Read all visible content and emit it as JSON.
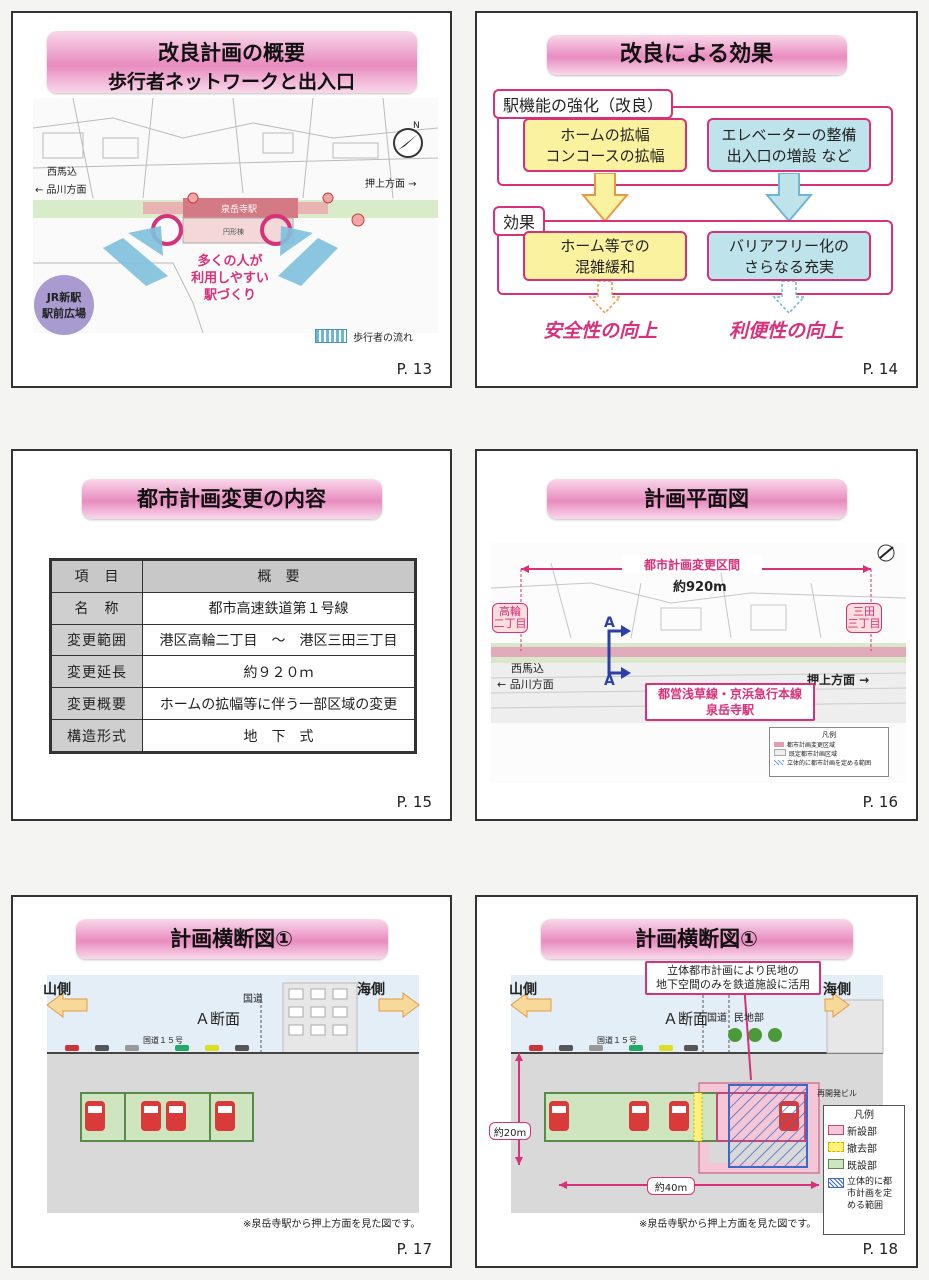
{
  "slides": {
    "p13": {
      "title1": "改良計画の概要",
      "title2": "歩行者ネットワークと出入口",
      "label_nishi1": "西馬込",
      "label_nishi2": "← 品川方面",
      "label_oshi": "押上方面 →",
      "station": "泉岳寺駅",
      "callout1": "多くの人が",
      "callout2": "利用しやすい",
      "callout3": "駅づくり",
      "jr1": "JR新駅",
      "jr2": "駅前広場",
      "legend": "歩行者の流れ",
      "compass": "N",
      "page": "P. 13"
    },
    "p14": {
      "title": "改良による効果",
      "section1": "駅機能の強化（改良）",
      "box1_l1": "ホームの拡幅",
      "box1_l2": "コンコースの拡幅",
      "box2_l1": "エレベーターの整備",
      "box2_l2": "出入口の増設 など",
      "section2": "効果",
      "box3_l1": "ホーム等での",
      "box3_l2": "混雑緩和",
      "box4_l1": "バリアフリー化の",
      "box4_l2": "さらなる充実",
      "result1": "安全性の向上",
      "result2": "利便性の向上",
      "page": "P. 14"
    },
    "p15": {
      "title": "都市計画変更の内容",
      "table_header": [
        "項　目",
        "概　要"
      ],
      "rows": [
        {
          "k": "名　称",
          "v": "都市高速鉄道第１号線"
        },
        {
          "k": "変更範囲",
          "v": "港区高輪二丁目　～　港区三田三丁目"
        },
        {
          "k": "変更延長",
          "v": "約９２０ｍ"
        },
        {
          "k": "変更概要",
          "v": "ホームの拡幅等に伴う一部区域の変更"
        },
        {
          "k": "構造形式",
          "v": "地　下　式"
        }
      ],
      "page": "P. 15"
    },
    "p16": {
      "title": "計画平面図",
      "span_label": "都市計画変更区間",
      "span_len": "約920m",
      "left1": "高輪",
      "left2": "二丁目",
      "right1": "三田",
      "right2": "三丁目",
      "arrow_a": "A",
      "nishi1": "西馬込",
      "nishi2": "← 品川方面",
      "oshi": "押上方面 →",
      "station1": "都営浅草線・京浜急行本線",
      "station2": "泉岳寺駅",
      "legend_title": "凡例",
      "legend": [
        "都市計画変更区域",
        "既定都市計画区域",
        "立体的に都市計画を定める範囲"
      ],
      "page": "P. 16"
    },
    "p17": {
      "title": "計画横断図①",
      "yama": "山側",
      "umi": "海側",
      "section": "Ａ断面",
      "kokudo": "国道",
      "kokudo15": "国道１５号",
      "note": "※泉岳寺駅から押上方面を見た図です。",
      "page": "P. 17"
    },
    "p18": {
      "title": "計画横断図①",
      "callout1": "立体都市計画により民地の",
      "callout2": "地下空間のみを鉄道施設に活用",
      "yama": "山側",
      "umi": "海側",
      "section": "Ａ断面",
      "kokudo": "国道",
      "minchi": "民地部",
      "kokudo15": "国道１５号",
      "building": "再開発ビル",
      "depth": "約20m",
      "width": "約40m",
      "legend_title": "凡例",
      "legend": [
        "新設部",
        "撤去部",
        "既設部",
        "立体的に都市計画を定める範囲"
      ],
      "note": "※泉岳寺駅から押上方面を見た図です。",
      "page": "P. 18"
    }
  },
  "colors": {
    "pink": "#d6317a",
    "yellow_box": "#fbf2a0",
    "blue_box": "#bfe3ea",
    "arrow_blue": "#6fb6d6",
    "arrow_orange": "#f3a65a"
  }
}
